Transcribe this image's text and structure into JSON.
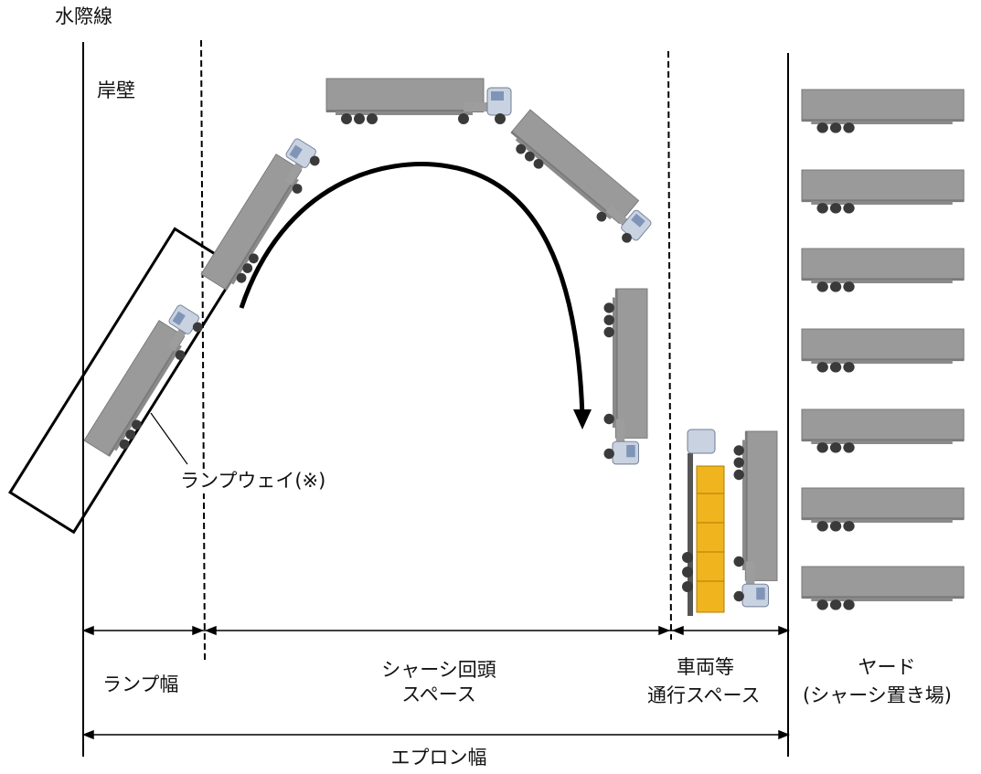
{
  "labels": {
    "waterline": "水際線",
    "quay_wall": "岸壁",
    "rampway": "ランプウェイ(※)",
    "ramp_width": "ランプ幅",
    "turning_space_line1": "シャーシ回頭",
    "turning_space_line2": "スペース",
    "passage_line1": "車両等",
    "passage_line2": "通行スペース",
    "yard_line1": "ヤード",
    "yard_line2": "(シャーシ置き場)",
    "apron_width": "エプロン幅"
  },
  "colors": {
    "line": "#000000",
    "trailer_body": "#9a9a9a",
    "trailer_dark": "#6f6f6f",
    "cab": "#b8c4d6",
    "cargo_yellow": "#f0b41e"
  },
  "parked_trailer_count": 7
}
